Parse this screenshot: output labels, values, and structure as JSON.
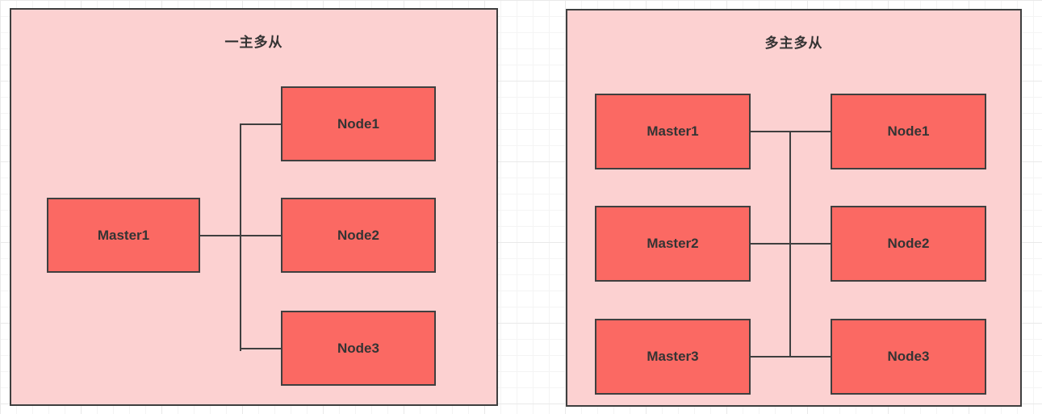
{
  "diagram": {
    "type": "replication-topology",
    "panels": {
      "left": {
        "title": "一主多从",
        "masters": [
          {
            "label": "Master1"
          }
        ],
        "nodes": [
          {
            "label": "Node1"
          },
          {
            "label": "Node2"
          },
          {
            "label": "Node3"
          }
        ],
        "connections": [
          "Master1-Node1",
          "Master1-Node2",
          "Master1-Node3"
        ]
      },
      "right": {
        "title": "多主多从",
        "masters": [
          {
            "label": "Master1"
          },
          {
            "label": "Master2"
          },
          {
            "label": "Master3"
          }
        ],
        "nodes": [
          {
            "label": "Node1"
          },
          {
            "label": "Node2"
          },
          {
            "label": "Node3"
          }
        ],
        "connections": [
          "Master1-bus",
          "Master2-bus",
          "Master3-bus",
          "bus-Node1",
          "bus-Node2",
          "bus-Node3"
        ]
      }
    },
    "colors": {
      "canvas_background": "#ffffff",
      "grid_minor": "#f4f4f4",
      "grid_major": "#e9e9e9",
      "panel_fill": "#fcd1d1",
      "box_fill": "#fb6963",
      "stroke": "#3f3f3f",
      "text": "#333333"
    }
  }
}
